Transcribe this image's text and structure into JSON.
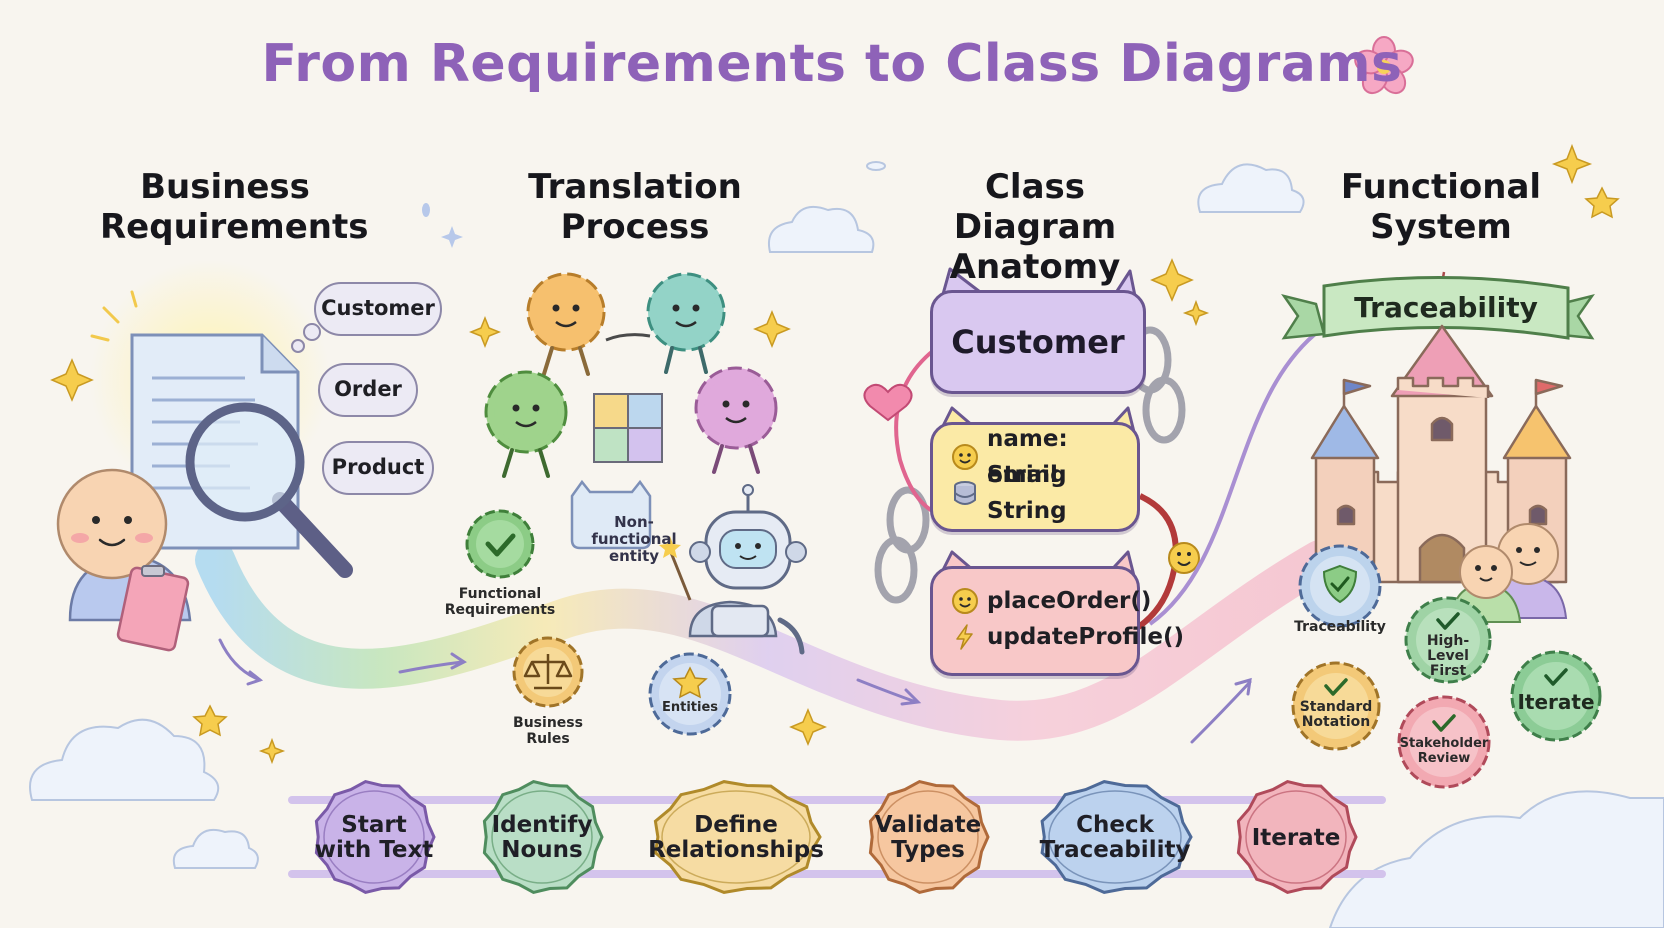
{
  "title": "From Requirements to Class Diagrams",
  "columns": {
    "business_requirements": "Business Requirements",
    "translation_process": "Translation Process",
    "class_diagram_anatomy": "Class Diagram Anatomy",
    "functional_system": "Functional System"
  },
  "noun_bubbles": [
    "Customer",
    "Order",
    "Product"
  ],
  "translation": {
    "sign_text": "Non-functional entity",
    "badges": {
      "functional_requirements": "Functional Requirements",
      "business_rules": "Business Rules",
      "entities": "Entities"
    }
  },
  "class_diagram": {
    "class_name": "Customer",
    "attributes": [
      "name: String",
      "email: String"
    ],
    "methods": [
      "placeOrder()",
      "updateProfile()"
    ]
  },
  "functional_system": {
    "banner": "Traceability",
    "medals": [
      "Traceability",
      "High-Level First",
      "Standard Notation",
      "Iterate",
      "Stakeholder Review"
    ]
  },
  "steps": [
    "Start with Text",
    "Identify Nouns",
    "Define Relationships",
    "Validate Types",
    "Check Traceability",
    "Iterate"
  ],
  "colors": {
    "title": "#8e62b8",
    "class_header": "#d9c8f0",
    "attributes": "#fbeaa6",
    "methods": "#f8c8c8",
    "steps": [
      "#c9b3e8",
      "#b9dec6",
      "#f6dca3",
      "#f6c7a0",
      "#bcd2ee",
      "#f2b5bd"
    ]
  }
}
